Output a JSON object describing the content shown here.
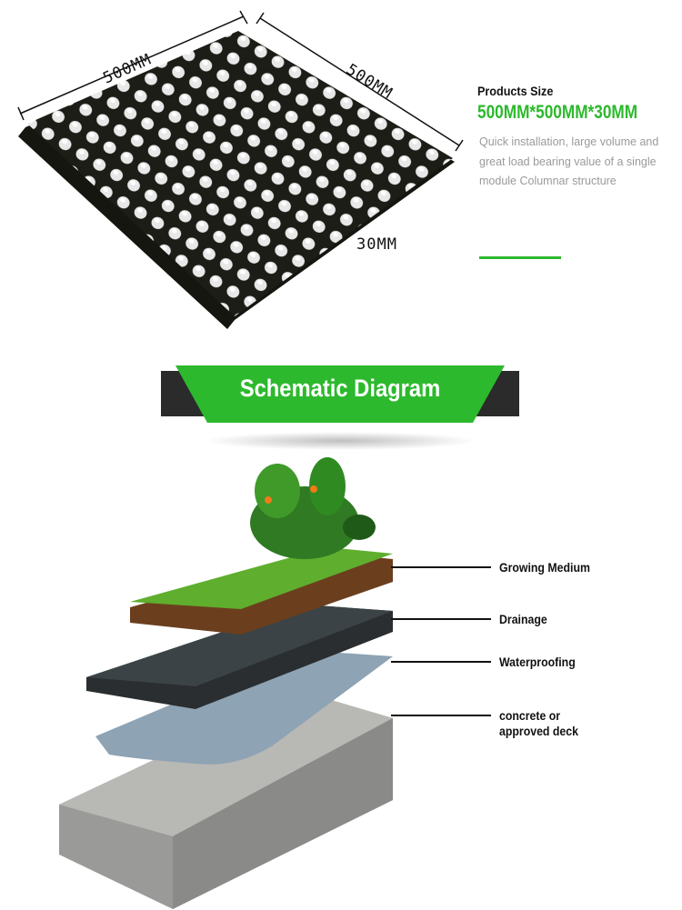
{
  "product": {
    "dim_width": "500MM",
    "dim_length": "500MM",
    "dim_height": "30MM",
    "size_title": "Products Size",
    "size_value": "500MM*500MM*30MM",
    "description": "Quick installation, large volume and great load bearing value of a single module Columnar structure"
  },
  "banner": {
    "title": "Schematic Diagram"
  },
  "diagram": {
    "labels": [
      "Growing Medium",
      "Drainage",
      "Waterproofing",
      "concrete or",
      "approved deck"
    ]
  },
  "colors": {
    "accent": "#2db92d",
    "banner_dark": "#2b2b2b"
  }
}
